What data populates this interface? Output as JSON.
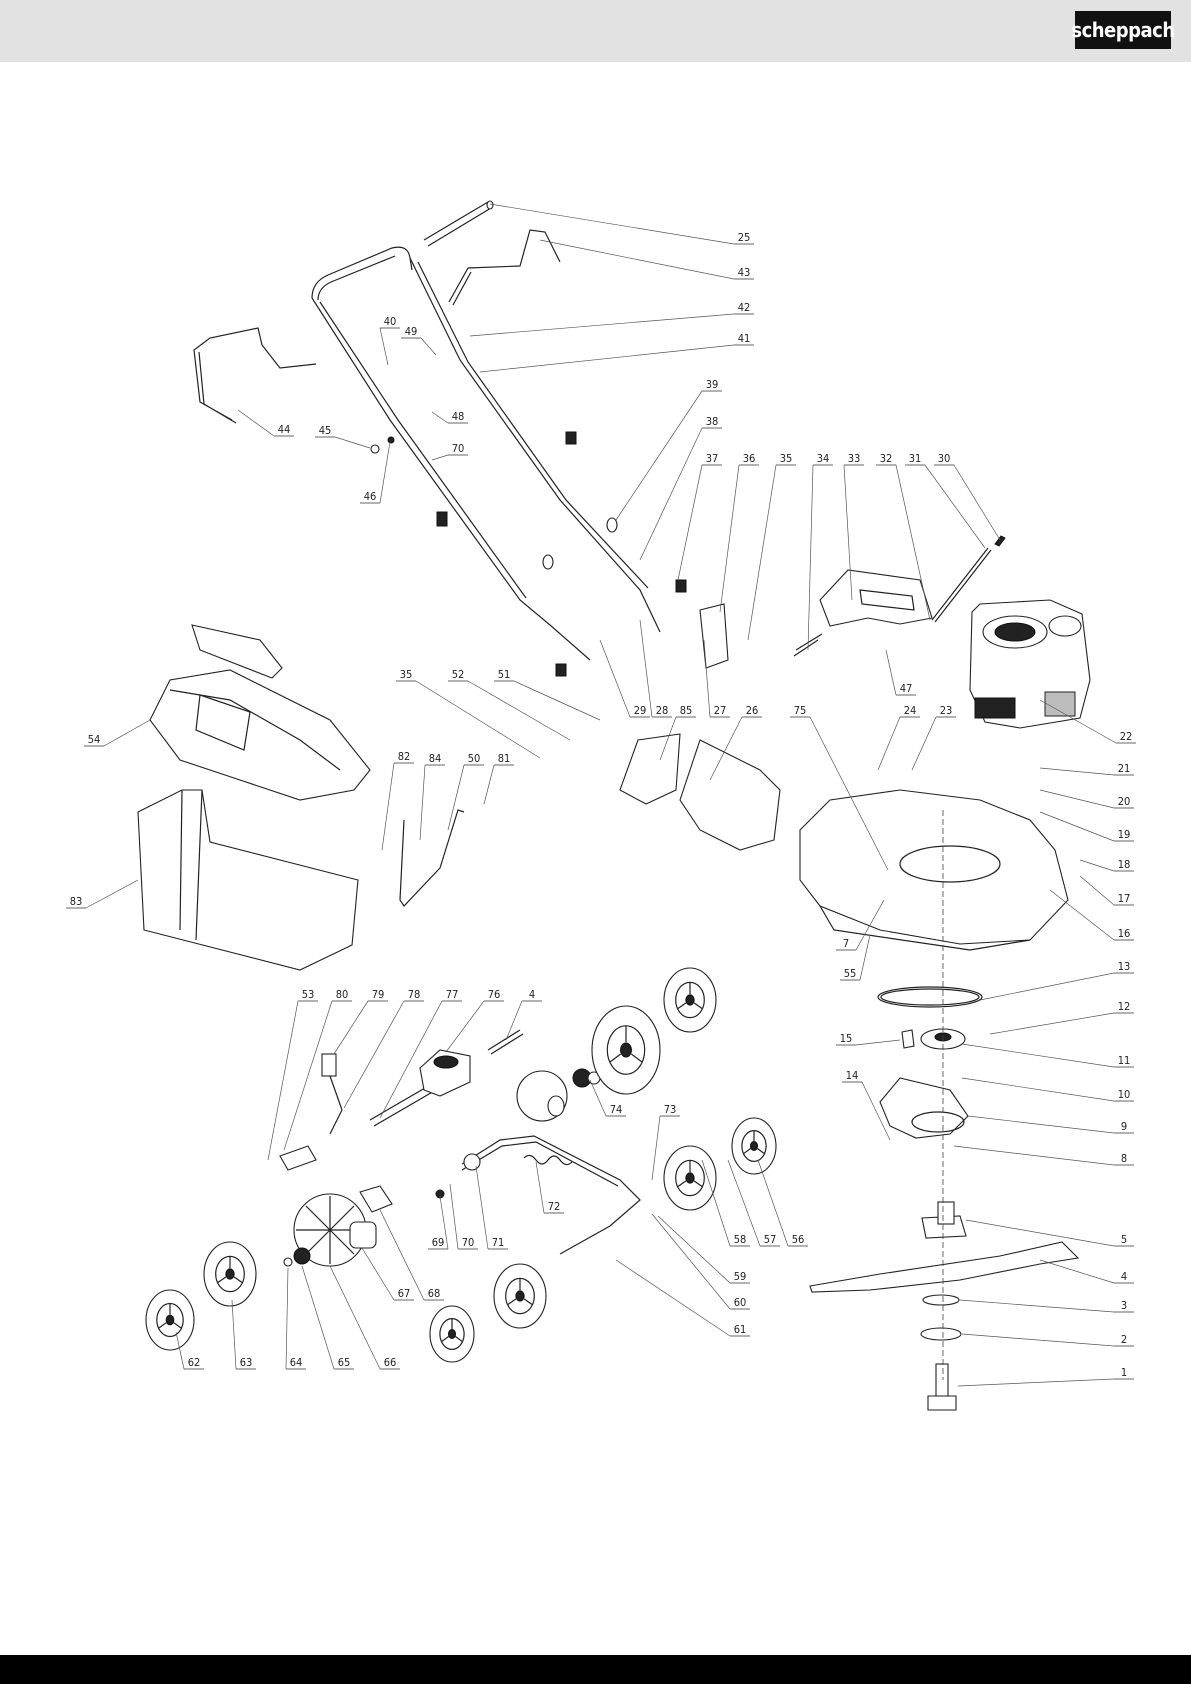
{
  "brand": {
    "logo_text": "scheppach"
  },
  "labels": [
    {
      "id": "lbl-25",
      "text": "25"
    },
    {
      "id": "lbl-43",
      "text": "43"
    },
    {
      "id": "lbl-42",
      "text": "42"
    },
    {
      "id": "lbl-41",
      "text": "41"
    },
    {
      "id": "lbl-40",
      "text": "40"
    },
    {
      "id": "lbl-49",
      "text": "49"
    },
    {
      "id": "lbl-44",
      "text": "44"
    },
    {
      "id": "lbl-45",
      "text": "45"
    },
    {
      "id": "lbl-48",
      "text": "48"
    },
    {
      "id": "lbl-70a",
      "text": "70"
    },
    {
      "id": "lbl-46",
      "text": "46"
    },
    {
      "id": "lbl-39",
      "text": "39"
    },
    {
      "id": "lbl-38",
      "text": "38"
    },
    {
      "id": "lbl-37",
      "text": "37"
    },
    {
      "id": "lbl-36",
      "text": "36"
    },
    {
      "id": "lbl-35a",
      "text": "35"
    },
    {
      "id": "lbl-34",
      "text": "34"
    },
    {
      "id": "lbl-33",
      "text": "33"
    },
    {
      "id": "lbl-32",
      "text": "32"
    },
    {
      "id": "lbl-31",
      "text": "31"
    },
    {
      "id": "lbl-30",
      "text": "30"
    },
    {
      "id": "lbl-47",
      "text": "47"
    },
    {
      "id": "lbl-22",
      "text": "22"
    },
    {
      "id": "lbl-54",
      "text": "54"
    },
    {
      "id": "lbl-35b",
      "text": "35"
    },
    {
      "id": "lbl-52",
      "text": "52"
    },
    {
      "id": "lbl-51",
      "text": "51"
    },
    {
      "id": "lbl-29",
      "text": "29"
    },
    {
      "id": "lbl-28",
      "text": "28"
    },
    {
      "id": "lbl-85",
      "text": "85"
    },
    {
      "id": "lbl-27",
      "text": "27"
    },
    {
      "id": "lbl-26",
      "text": "26"
    },
    {
      "id": "lbl-75",
      "text": "75"
    },
    {
      "id": "lbl-24",
      "text": "24"
    },
    {
      "id": "lbl-23",
      "text": "23"
    },
    {
      "id": "lbl-21",
      "text": "21"
    },
    {
      "id": "lbl-20",
      "text": "20"
    },
    {
      "id": "lbl-19",
      "text": "19"
    },
    {
      "id": "lbl-18",
      "text": "18"
    },
    {
      "id": "lbl-17",
      "text": "17"
    },
    {
      "id": "lbl-16",
      "text": "16"
    },
    {
      "id": "lbl-82",
      "text": "82"
    },
    {
      "id": "lbl-84",
      "text": "84"
    },
    {
      "id": "lbl-50",
      "text": "50"
    },
    {
      "id": "lbl-81",
      "text": "81"
    },
    {
      "id": "lbl-83",
      "text": "83"
    },
    {
      "id": "lbl-7",
      "text": "7"
    },
    {
      "id": "lbl-55",
      "text": "55"
    },
    {
      "id": "lbl-13",
      "text": "13"
    },
    {
      "id": "lbl-12",
      "text": "12"
    },
    {
      "id": "lbl-15",
      "text": "15"
    },
    {
      "id": "lbl-11",
      "text": "11"
    },
    {
      "id": "lbl-10",
      "text": "10"
    },
    {
      "id": "lbl-14",
      "text": "14"
    },
    {
      "id": "lbl-9",
      "text": "9"
    },
    {
      "id": "lbl-8",
      "text": "8"
    },
    {
      "id": "lbl-5",
      "text": "5"
    },
    {
      "id": "lbl-4b",
      "text": "4"
    },
    {
      "id": "lbl-3",
      "text": "3"
    },
    {
      "id": "lbl-2",
      "text": "2"
    },
    {
      "id": "lbl-1",
      "text": "1"
    },
    {
      "id": "lbl-53",
      "text": "53"
    },
    {
      "id": "lbl-80",
      "text": "80"
    },
    {
      "id": "lbl-79",
      "text": "79"
    },
    {
      "id": "lbl-78",
      "text": "78"
    },
    {
      "id": "lbl-77",
      "text": "77"
    },
    {
      "id": "lbl-76",
      "text": "76"
    },
    {
      "id": "lbl-4a",
      "text": "4"
    },
    {
      "id": "lbl-74",
      "text": "74"
    },
    {
      "id": "lbl-73",
      "text": "73"
    },
    {
      "id": "lbl-72",
      "text": "72"
    },
    {
      "id": "lbl-69",
      "text": "69"
    },
    {
      "id": "lbl-70b",
      "text": "70"
    },
    {
      "id": "lbl-71",
      "text": "71"
    },
    {
      "id": "lbl-58",
      "text": "58"
    },
    {
      "id": "lbl-57",
      "text": "57"
    },
    {
      "id": "lbl-56",
      "text": "56"
    },
    {
      "id": "lbl-59",
      "text": "59"
    },
    {
      "id": "lbl-60",
      "text": "60"
    },
    {
      "id": "lbl-61",
      "text": "61"
    },
    {
      "id": "lbl-67",
      "text": "67"
    },
    {
      "id": "lbl-68",
      "text": "68"
    },
    {
      "id": "lbl-62",
      "text": "62"
    },
    {
      "id": "lbl-63",
      "text": "63"
    },
    {
      "id": "lbl-64",
      "text": "64"
    },
    {
      "id": "lbl-65",
      "text": "65"
    },
    {
      "id": "lbl-66",
      "text": "66"
    }
  ]
}
